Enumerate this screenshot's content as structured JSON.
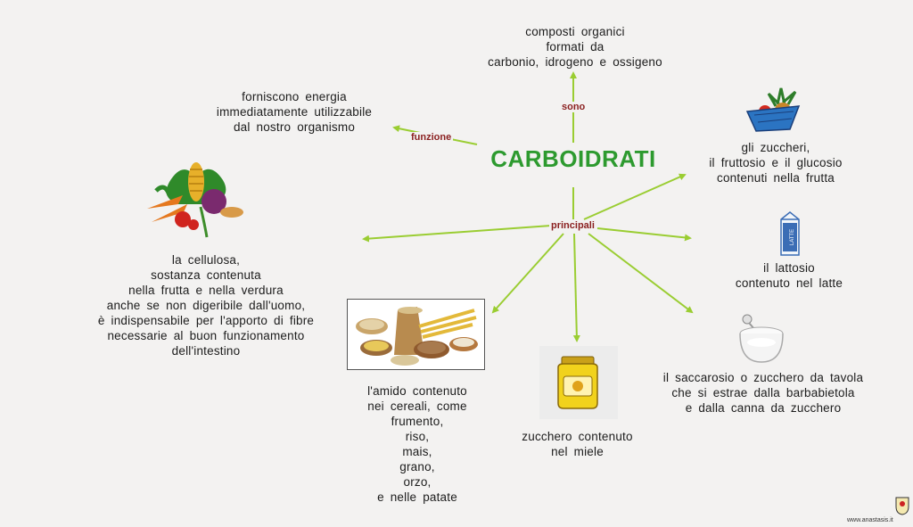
{
  "title": "CARBOIDRATI",
  "labels": {
    "sono": "sono",
    "funzione": "funzione",
    "principali": "principali"
  },
  "nodes": {
    "definition": "composti  organici\nformati  da\ncarbonio,  idrogeno  e  ossigeno",
    "function": "forniscono  energia\nimmediatamente  utilizzabile\ndal  nostro  organismo",
    "sugars_fruit": "gli  zuccheri,\nil  fruttosio  e  il  glucosio\ncontenuti  nella  frutta",
    "lactose": "il  lattosio\ncontenuto  nel  latte",
    "sucrose": "il  saccarosio  o  zucchero  da  tavola\nche  si  estrae  dalla  barbabietola\ne  dalla  canna  da  zucchero",
    "honey": "zucchero  contenuto\nnel  miele",
    "starch": "l'amido  contenuto\nnei  cereali,  come\nfrumento,\nriso,\nmais,\ngrano,\norzo,\ne  nelle  patate",
    "cellulose": "la  cellulosa,\nsostanza  contenuta\nnella  frutta  e  nella  verdura\nanche  se  non  digeribile  dall'uomo,\nè  indispensabile  per  l'apporto  di  fibre\nnecessarie  al  buon  funzionamento\ndell'intestino"
  },
  "icons": {
    "vegetables": "vegetables-icon",
    "fruit_basket": "fruit-basket-icon",
    "milk": "milk-carton-icon",
    "milk_text": "LATTE",
    "sugar_bowl": "sugar-bowl-icon",
    "honey_jar": "honey-jar-icon",
    "grains": "grains-icon"
  },
  "watermark": "www.anastasis.it",
  "colors": {
    "title": "#2d9a2f",
    "arrow": "#9acd32",
    "label": "#8a1f1f",
    "background": "#f3f2f1"
  }
}
